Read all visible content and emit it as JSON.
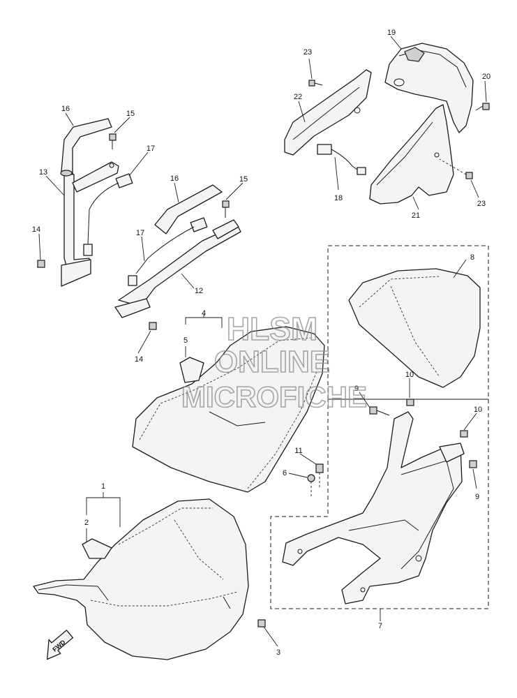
{
  "watermark": {
    "line1": "HLSM",
    "line2": "ONLINE",
    "line3": "MICROFICHE"
  },
  "direction_arrow": {
    "label": "FWD"
  },
  "callouts": [
    {
      "id": "c1",
      "label": "1"
    },
    {
      "id": "c2",
      "label": "2"
    },
    {
      "id": "c3",
      "label": "3"
    },
    {
      "id": "c4",
      "label": "4"
    },
    {
      "id": "c5",
      "label": "5"
    },
    {
      "id": "c6",
      "label": "6"
    },
    {
      "id": "c7",
      "label": "7"
    },
    {
      "id": "c8",
      "label": "8"
    },
    {
      "id": "c9a",
      "label": "9"
    },
    {
      "id": "c9b",
      "label": "9"
    },
    {
      "id": "c10a",
      "label": "10"
    },
    {
      "id": "c10b",
      "label": "10"
    },
    {
      "id": "c11",
      "label": "11"
    },
    {
      "id": "c12",
      "label": "12"
    },
    {
      "id": "c13",
      "label": "13"
    },
    {
      "id": "c14a",
      "label": "14"
    },
    {
      "id": "c14b",
      "label": "14"
    },
    {
      "id": "c15a",
      "label": "15"
    },
    {
      "id": "c15b",
      "label": "15"
    },
    {
      "id": "c16a",
      "label": "16"
    },
    {
      "id": "c16b",
      "label": "16"
    },
    {
      "id": "c17a",
      "label": "17"
    },
    {
      "id": "c17b",
      "label": "17"
    },
    {
      "id": "c18",
      "label": "18"
    },
    {
      "id": "c19",
      "label": "19"
    },
    {
      "id": "c20",
      "label": "20"
    },
    {
      "id": "c21",
      "label": "21"
    },
    {
      "id": "c22",
      "label": "22"
    },
    {
      "id": "c23a",
      "label": "23"
    },
    {
      "id": "c23b",
      "label": "23"
    }
  ]
}
